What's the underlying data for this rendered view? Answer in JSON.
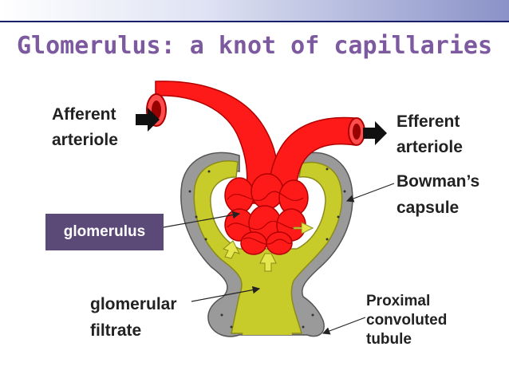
{
  "title": "Glomerulus: a knot of capillaries",
  "labels": {
    "afferent_line1": "Afferent",
    "afferent_line2": "arteriole",
    "efferent_line1": "Efferent",
    "efferent_line2": "arteriole",
    "bowman_line1": "Bowman’s",
    "bowman_line2": "capsule",
    "glomerulus": "glomerulus",
    "filtrate_line1": "glomerular",
    "filtrate_line2": "filtrate",
    "proximal_line1": "Proximal",
    "proximal_line2": "convoluted",
    "proximal_line3": "tubule"
  },
  "colors": {
    "title": "#7d5a9f",
    "capillary_red": "#ff1a1a",
    "capsule_yellow": "#c8cc2a",
    "capsule_gray": "#9a9a9a",
    "label_box": "#5b4a78"
  }
}
